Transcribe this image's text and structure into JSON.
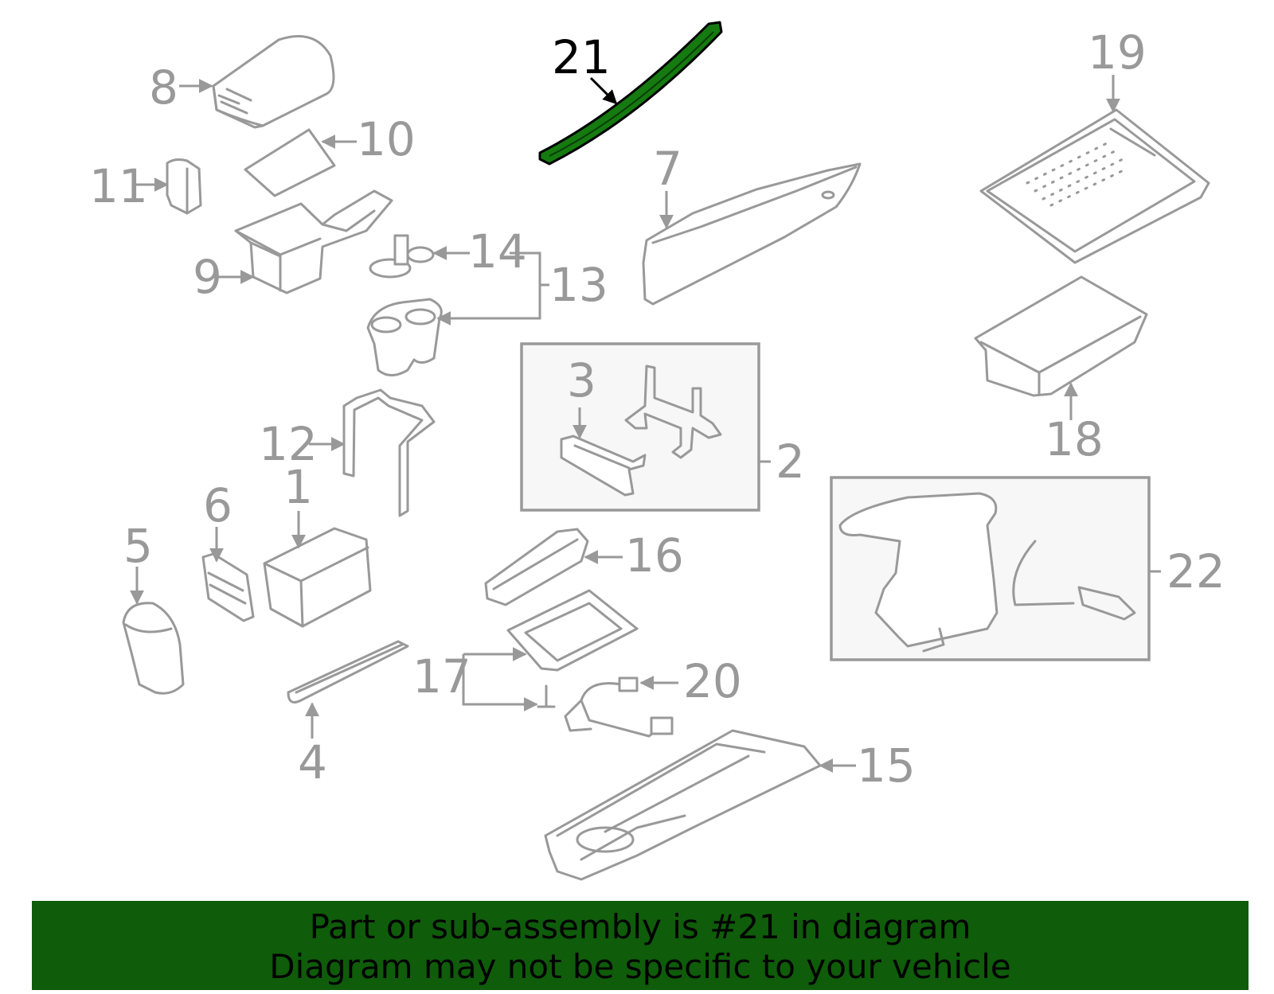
{
  "callouts": {
    "c1": "1",
    "c2": "2",
    "c3": "3",
    "c4": "4",
    "c5": "5",
    "c6": "6",
    "c7": "7",
    "c8": "8",
    "c9": "9",
    "c10": "10",
    "c11": "11",
    "c12": "12",
    "c13": "13",
    "c14": "14",
    "c15": "15",
    "c16": "16",
    "c17": "17",
    "c18": "18",
    "c19": "19",
    "c20": "20",
    "c21": "21",
    "c22": "22"
  },
  "highlight": {
    "part": "21",
    "color": "#157a10"
  },
  "colors": {
    "line": "#999999",
    "banner": "#0f5c0a",
    "box_fill": "#f7f7f7"
  },
  "footer": {
    "line1": "Part or sub-assembly is #21 in diagram",
    "line2": "Diagram may not be specific to your vehicle"
  }
}
